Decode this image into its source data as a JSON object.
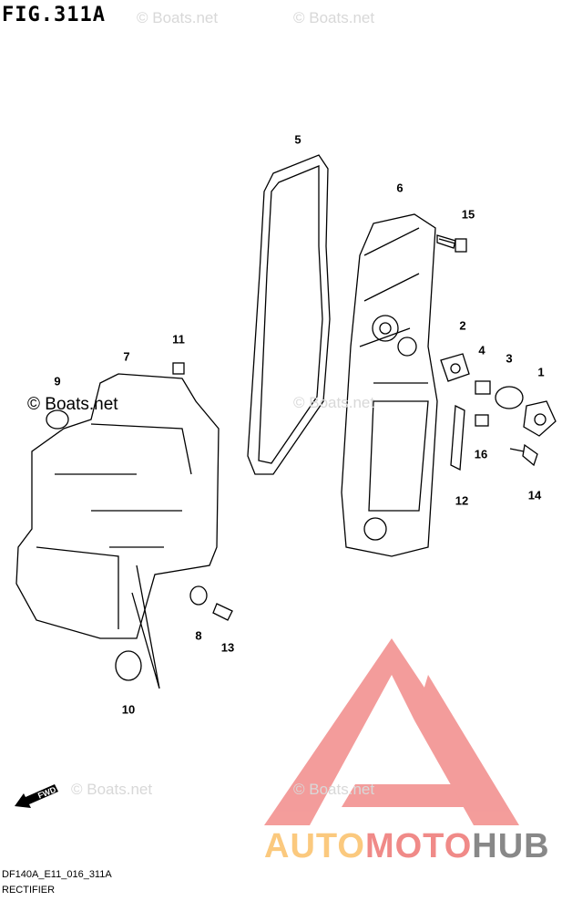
{
  "figure": {
    "title": "FIG.311A",
    "code": "DF140A_E11_016_311A",
    "name": "RECTIFIER"
  },
  "watermarks": {
    "text": "© Boats.net"
  },
  "fwd_label": "FWD",
  "parts": [
    {
      "id": "1"
    },
    {
      "id": "2"
    },
    {
      "id": "3"
    },
    {
      "id": "4"
    },
    {
      "id": "5"
    },
    {
      "id": "6"
    },
    {
      "id": "7"
    },
    {
      "id": "8"
    },
    {
      "id": "9"
    },
    {
      "id": "10"
    },
    {
      "id": "11"
    },
    {
      "id": "12"
    },
    {
      "id": "13"
    },
    {
      "id": "14"
    },
    {
      "id": "15"
    },
    {
      "id": "16"
    }
  ],
  "brand": {
    "part1": "AUTO",
    "part2": "MOTO",
    "part3": "HUB",
    "colors": [
      "#fbc97e",
      "#f08a88",
      "#888888"
    ]
  }
}
